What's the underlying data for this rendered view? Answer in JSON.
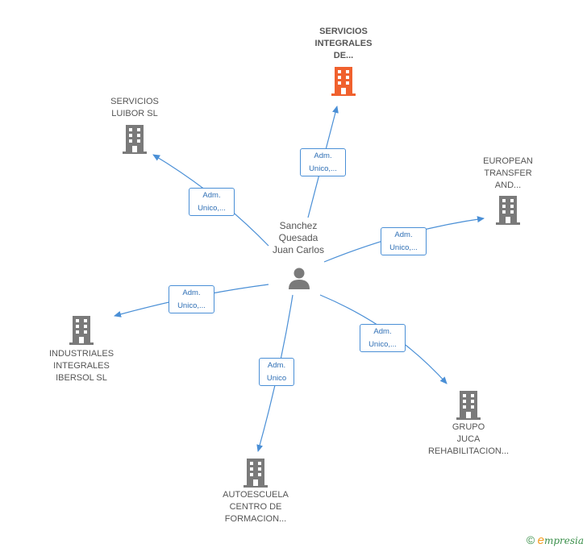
{
  "center": {
    "label": "Sanchez\nQuesada\nJuan Carlos"
  },
  "nodes": [
    {
      "id": "servicios-integrales",
      "label": "SERVICIOS\nINTEGRALES\nDE...",
      "highlight": true
    },
    {
      "id": "servicios-luibor",
      "label": "SERVICIOS\nLUIBOR  SL",
      "highlight": false
    },
    {
      "id": "european-transfer",
      "label": "EUROPEAN\nTRANSFER\nAND...",
      "highlight": false
    },
    {
      "id": "industriales-integrales",
      "label": "INDUSTRIALES\nINTEGRALES\nIBERSOL  SL",
      "highlight": false
    },
    {
      "id": "grupo-juca",
      "label": "GRUPO\nJUCA\nREHABILITACION...",
      "highlight": false
    },
    {
      "id": "autoescuela",
      "label": "AUTOESCUELA\nCENTRO DE\nFORMACION...",
      "highlight": false
    }
  ],
  "edges": [
    {
      "to": "servicios-integrales",
      "label": "Adm.\nUnico,..."
    },
    {
      "to": "servicios-luibor",
      "label": "Adm.\nUnico,..."
    },
    {
      "to": "european-transfer",
      "label": "Adm.\nUnico,..."
    },
    {
      "to": "industriales-integrales",
      "label": "Adm.\nUnico,..."
    },
    {
      "to": "grupo-juca",
      "label": "Adm.\nUnico,..."
    },
    {
      "to": "autoescuela",
      "label": "Adm.\nUnico"
    }
  ],
  "colors": {
    "edge": "#4a8fd6",
    "building": "#7a7a7a",
    "building_highlight": "#f0612e"
  },
  "icons": {
    "person": "person-icon",
    "building": "building-icon"
  },
  "footer": {
    "copyright_symbol": "©",
    "brand_initial": "e",
    "brand_rest": "mpresia"
  }
}
